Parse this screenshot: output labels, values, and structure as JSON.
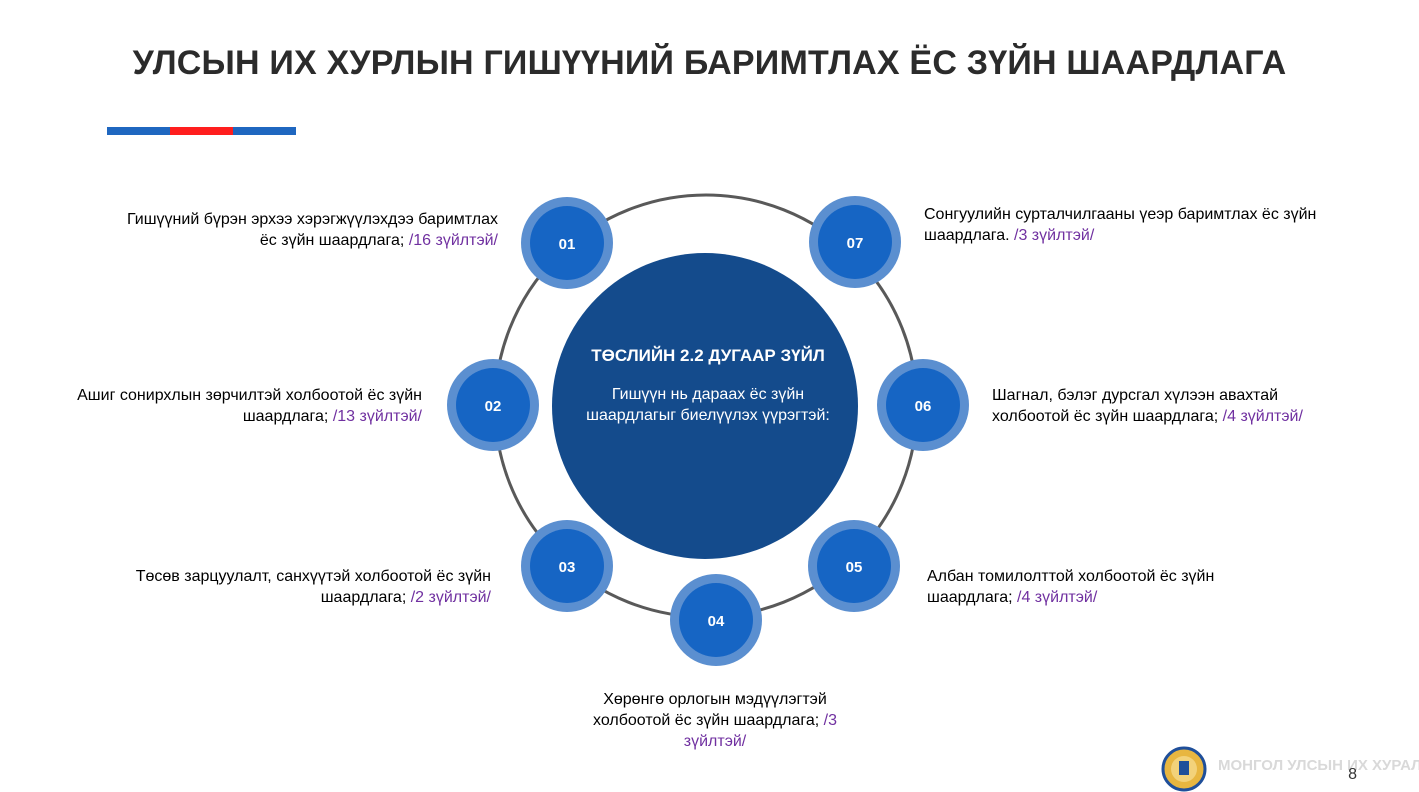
{
  "title": "УЛСЫН ИХ ХУРЛЫН ГИШҮҮНИЙ БАРИМТЛАХ ЁС ЗҮЙН ШААРДЛАГА",
  "colors": {
    "blue": "#1f67c0",
    "red": "#ff1e1e",
    "dark_circle": "#144b8c",
    "node_outer": "#5b8fd0",
    "node_inner": "#1665c4",
    "law": "#7030a0"
  },
  "center": {
    "title": "ТӨСЛИЙН 2.2 ДУГААР ЗҮЙЛ",
    "body": "Гишүүн нь дараах ёс зүйн шаардлагыг биелүүлэх үүрэгтэй:"
  },
  "nodes": [
    {
      "number": "01",
      "text": "Гишүүний бүрэн эрхээ хэрэгжүүлэхдээ баримтлах ёс зүйн шаардлага;",
      "law": "/16 зүйлтэй/"
    },
    {
      "number": "02",
      "text": "Ашиг сонирхлын зөрчилтэй холбоотой ёс зүйн шаардлага;",
      "law": "/13 зүйлтэй/"
    },
    {
      "number": "03",
      "text": "Төсөв зарцуулалт, санхүүтэй холбоотой ёс зүйн шаардлага;",
      "law": "/2 зүйлтэй/"
    },
    {
      "number": "04",
      "text": "Хөрөнгө орлогын мэдүүлэгтэй холбоотой ёс зүйн шаардлага;",
      "law": "/3 зүйлтэй/"
    },
    {
      "number": "05",
      "text": "Албан томилолттой холбоотой ёс зүйн шаардлага;",
      "law": "/4 зүйлтэй/"
    },
    {
      "number": "06",
      "text": "Шагнал, бэлэг дурсгал хүлээн авахтай холбоотой ёс зүйн шаардлага;",
      "law": "/4 зүйлтэй/"
    },
    {
      "number": "07",
      "text": "Сонгуулийн сурталчилгааны үеэр баримтлах ёс зүйн шаардлага.",
      "law": "/3 зүйлтэй/"
    }
  ],
  "footer": {
    "org": "МОНГОЛ УЛСЫН ИХ ХУРАЛ",
    "page_number": "8",
    "emblem_icon": "state-emblem-icon"
  }
}
